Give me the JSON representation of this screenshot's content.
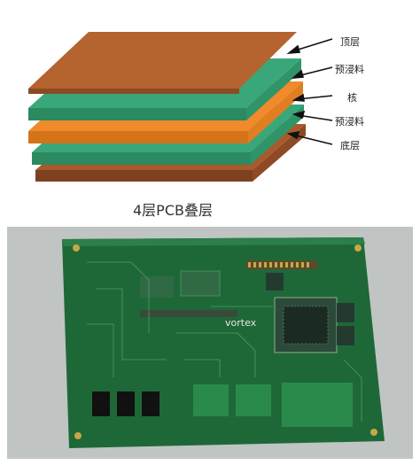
{
  "diagram": {
    "caption": "4层PCB叠层",
    "layers": [
      {
        "label": "顶层",
        "color": "#b5632f"
      },
      {
        "label": "预浸料",
        "color": "#3aa77a"
      },
      {
        "label": "核",
        "color": "#f08a2a"
      },
      {
        "label": "预浸料",
        "color": "#3aa77a"
      },
      {
        "label": "底层",
        "color": "#b5632f"
      }
    ]
  },
  "photo": {
    "board_silkscreen": "vortex",
    "board_color": "#1f6b3a",
    "background_color": "#bfc3c2"
  }
}
